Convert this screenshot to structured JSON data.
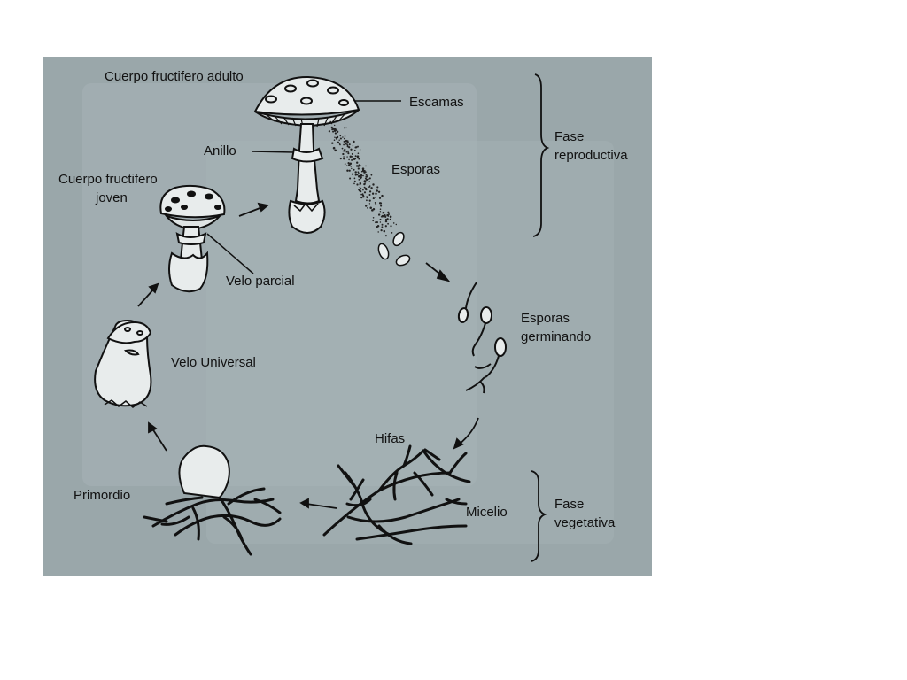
{
  "labels": {
    "adult_fruiting_body": "Cuerpo fructifero adulto",
    "scales": "Escamas",
    "ring": "Anillo",
    "spores": "Esporas",
    "young_fruiting_body_l1": "Cuerpo fructifero",
    "young_fruiting_body_l2": "joven",
    "partial_veil": "Velo parcial",
    "germinating_spores_l1": "Esporas",
    "germinating_spores_l2": "germinando",
    "universal_veil": "Velo Universal",
    "hyphae": "Hifas",
    "primordium": "Primordio",
    "mycelium": "Micelio",
    "reproductive_phase_l1": "Fase",
    "reproductive_phase_l2": "reproductiva",
    "vegetative_phase_l1": "Fase",
    "vegetative_phase_l2": "vegetativa"
  },
  "colors": {
    "panel_background": "#9aa7aa",
    "panel_highlight": "#a7b3b6",
    "ink": "#111111",
    "fill_light": "#e8ecec"
  }
}
